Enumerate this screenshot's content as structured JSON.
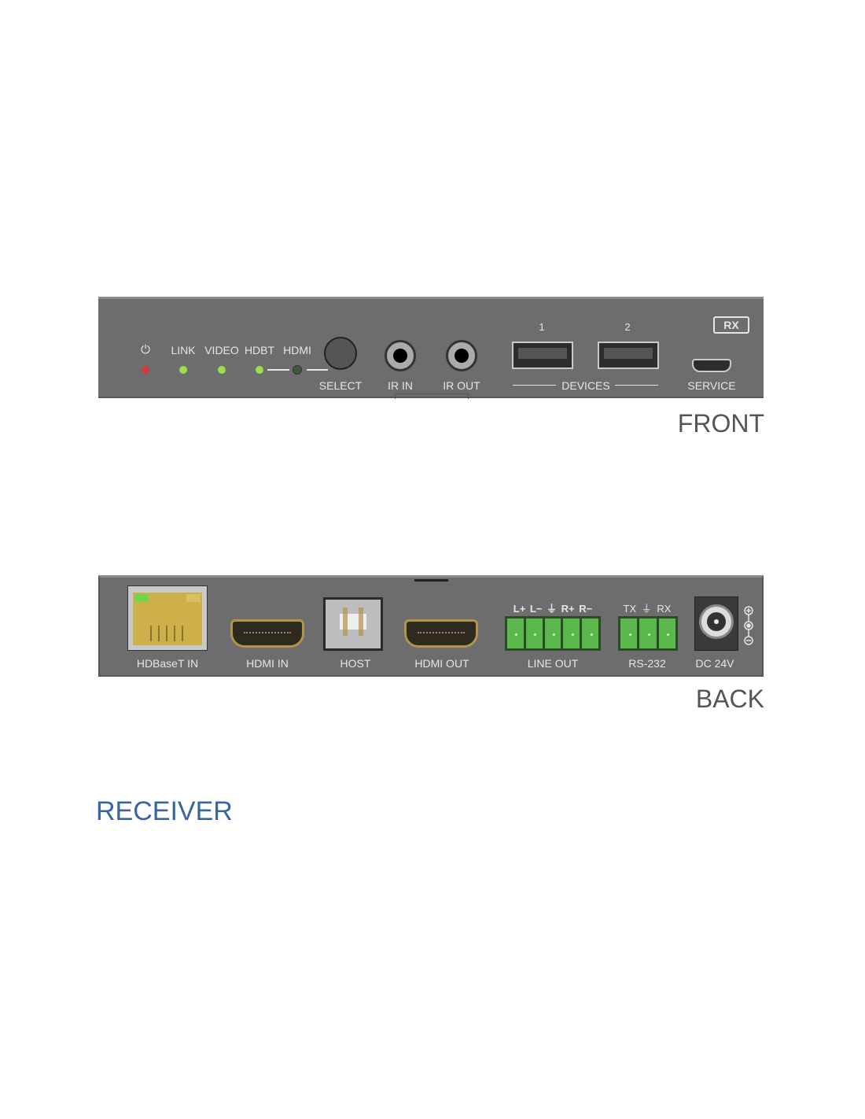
{
  "front": {
    "title": "FRONT",
    "badge": "RX",
    "leds": [
      {
        "label": "⏻",
        "name": "power",
        "color": "#d23a3a"
      },
      {
        "label": "LINK",
        "name": "link",
        "color": "#9be04a"
      },
      {
        "label": "VIDEO",
        "name": "video",
        "color": "#9be04a"
      },
      {
        "label": "HDBT",
        "name": "hdbt",
        "color": "#9be04a"
      },
      {
        "label": "HDMI",
        "name": "hdmi",
        "color": "#3f5a38"
      }
    ],
    "select_label": "SELECT",
    "ir_in_label": "IR IN",
    "ir_out_label": "IR OUT",
    "usb1_label": "1",
    "usb2_label": "2",
    "devices_label": "DEVICES",
    "service_label": "SERVICE"
  },
  "back": {
    "title": "BACK",
    "hdbaset_label": "HDBaseT IN",
    "hdmi_in_label": "HDMI IN",
    "host_label": "HOST",
    "hdmi_out_label": "HDMI OUT",
    "line_out_pins": "L+ L− ⏚ R+ R−",
    "line_out_label": "LINE OUT",
    "rs232_pins": "TX ⏚ RX",
    "rs232_label": "RS-232",
    "dc_label": "DC 24V"
  },
  "caption": "RECEIVER",
  "colors": {
    "accent": "#3a66a0",
    "panel": "#6d6d6f"
  }
}
